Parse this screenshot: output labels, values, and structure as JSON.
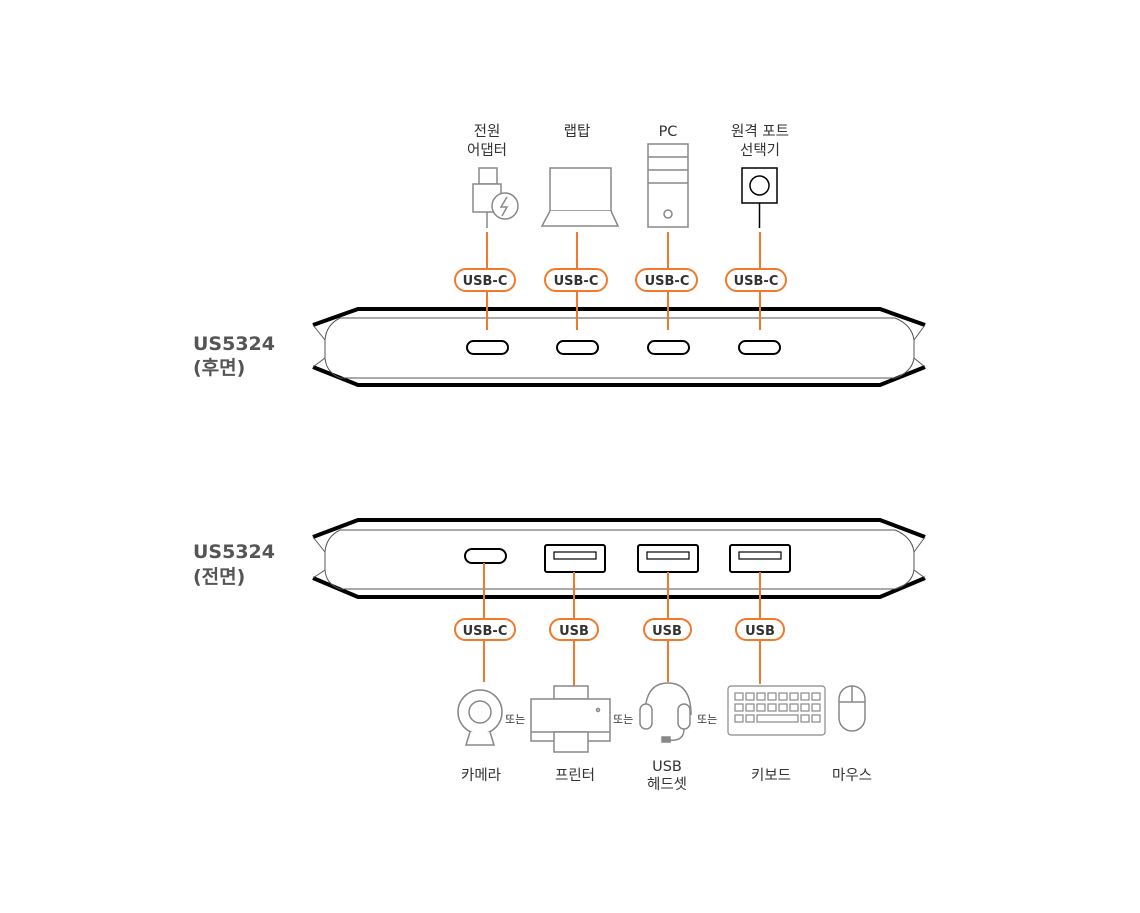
{
  "colors": {
    "accent": "#f07a2a",
    "device_outline": "#000000",
    "icon_gray": "#888888",
    "text": "#333333"
  },
  "rear": {
    "device_label_line1": "US5324",
    "device_label_line2": "(후면)",
    "ports": [
      {
        "badge": "USB-C",
        "label_lines": [
          "전원",
          "어댑터"
        ],
        "icon": "power-adapter-icon",
        "port_type": "usb-c"
      },
      {
        "badge": "USB-C",
        "label_lines": [
          "랩탑"
        ],
        "icon": "laptop-icon",
        "port_type": "usb-c"
      },
      {
        "badge": "USB-C",
        "label_lines": [
          "PC"
        ],
        "icon": "pc-tower-icon",
        "port_type": "usb-c"
      },
      {
        "badge": "USB-C",
        "label_lines": [
          "원격 포트",
          "선택기"
        ],
        "icon": "remote-port-selector-icon",
        "port_type": "usb-c"
      }
    ]
  },
  "front": {
    "device_label_line1": "US5324",
    "device_label_line2": "(전면)",
    "ports": [
      {
        "badge": "USB-C",
        "port_type": "usb-c"
      },
      {
        "badge": "USB",
        "port_type": "usb-a"
      },
      {
        "badge": "USB",
        "port_type": "usb-a"
      },
      {
        "badge": "USB",
        "port_type": "usb-a"
      }
    ],
    "devices": [
      {
        "label_lines": [
          "카메라"
        ],
        "icon": "camera-icon"
      },
      {
        "label_lines": [
          "프린터"
        ],
        "icon": "printer-icon"
      },
      {
        "label_lines": [
          "USB",
          "헤드셋"
        ],
        "icon": "headset-icon"
      },
      {
        "label_lines": [
          "키보드"
        ],
        "icon": "keyboard-icon"
      },
      {
        "label_lines": [
          "마우스"
        ],
        "icon": "mouse-icon"
      }
    ],
    "or_text": [
      "또는",
      "또는",
      "또는"
    ]
  }
}
